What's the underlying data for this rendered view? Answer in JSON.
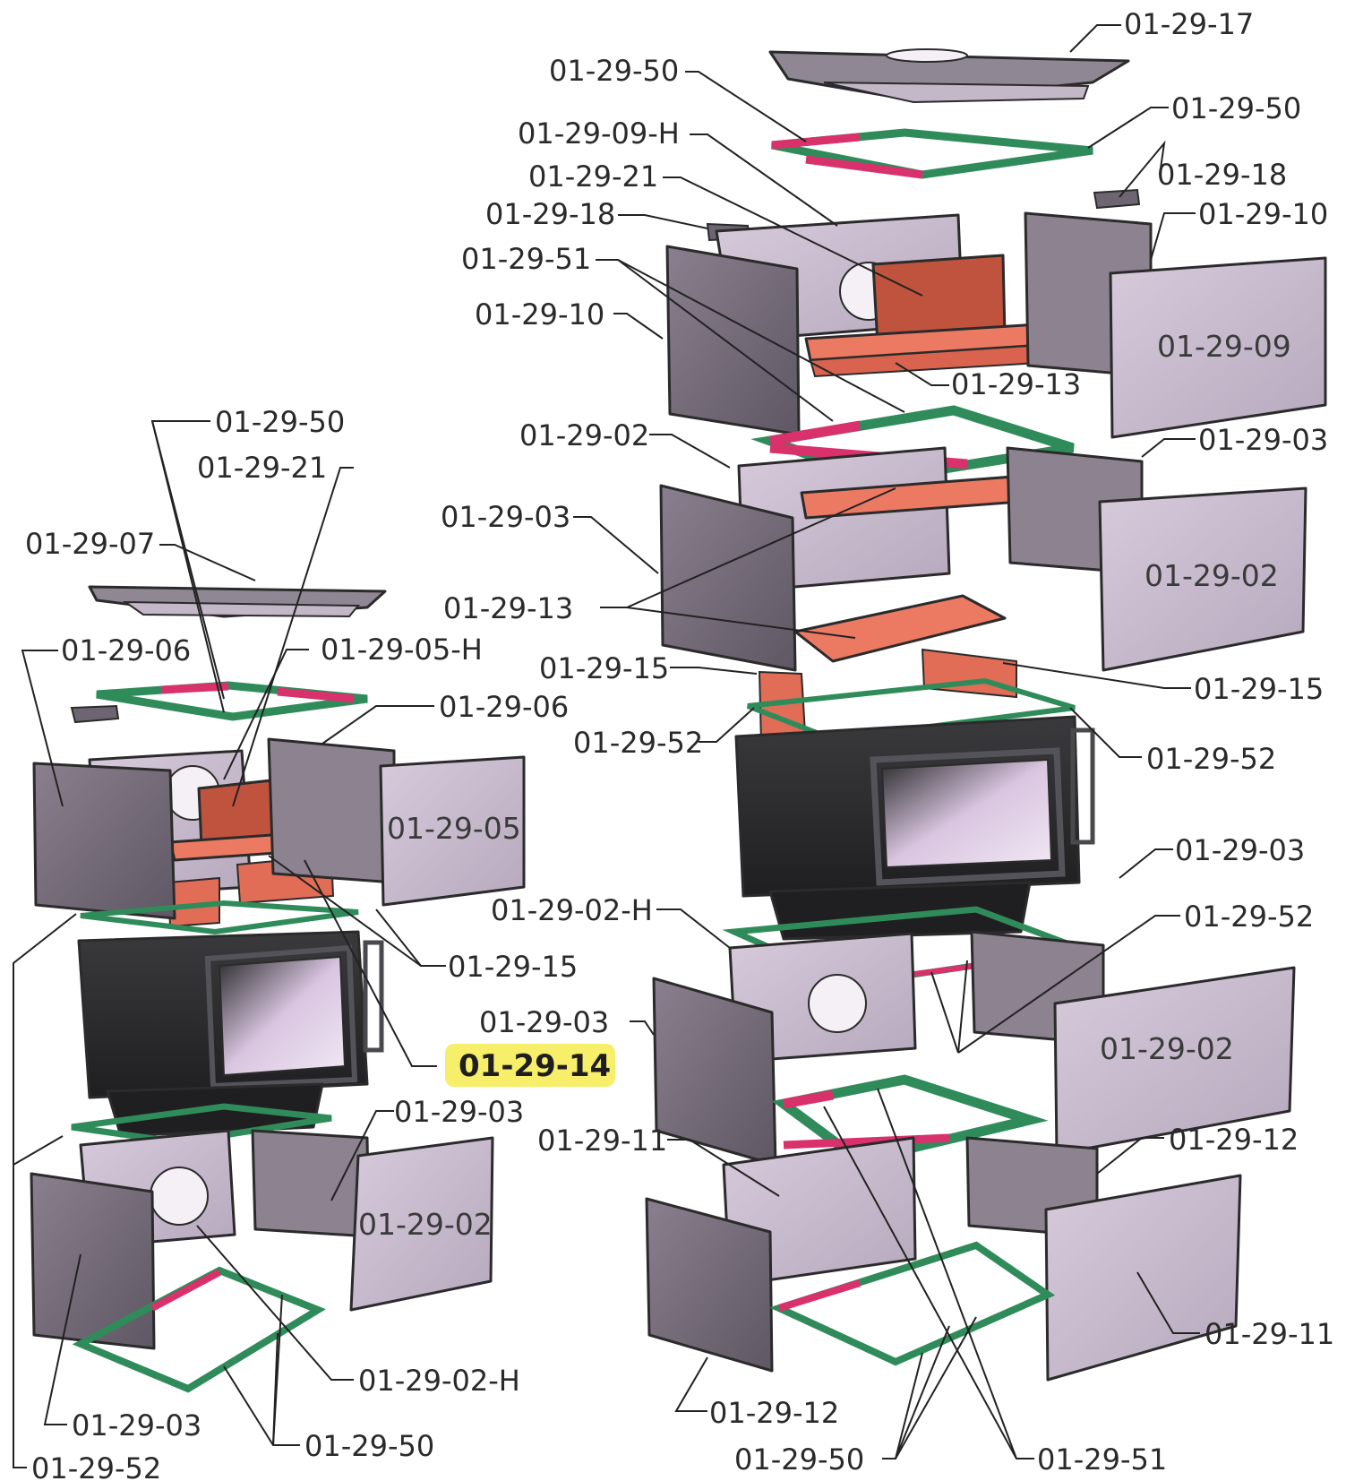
{
  "colors": {
    "panel_light": "#c9bcd0",
    "panel_mid": "#a99cae",
    "panel_dark": "#6e6572",
    "gasket_green": "#2f8b5a",
    "gasket_pink": "#d8316c",
    "baffle_salmon": "#ec7a63",
    "brick_red": "#c0533d",
    "stove_black": "#2b2b2d",
    "highlight": "#f7ee6a"
  },
  "left_assembly": {
    "labels": {
      "gasket_top": "01-29-50",
      "brick_top": "01-29-21",
      "top_plate": "01-29-07",
      "back_left": "01-29-06",
      "back_top": "01-29-05-H",
      "side_right": "01-29-06",
      "side_panel": "01-29-05",
      "baffles": "01-29-15",
      "stove": "01-29-14",
      "lower_side": "01-29-03",
      "lower_panel": "01-29-02",
      "lower_back": "01-29-02-H",
      "lower_front": "01-29-03",
      "gasket_bottom": "01-29-50",
      "gasket_base": "01-29-52"
    }
  },
  "right_assembly": {
    "labels": {
      "top_cap": "01-29-17",
      "gasket_a": "01-29-50",
      "gasket_b": "01-29-50",
      "back_top": "01-29-09-H",
      "brick": "01-29-21",
      "clip_right": "01-29-18",
      "clip_left": "01-29-18",
      "side_upper": "01-29-10",
      "gasket_mid": "01-29-51",
      "front_upper": "01-29-10",
      "side_panel_upper": "01-29-09",
      "baffle_upper": "01-29-13",
      "back_mid": "01-29-02",
      "side_mid": "01-29-03",
      "front_mid": "01-29-03",
      "side_panel_mid": "01-29-02",
      "baffle_mid": "01-29-13",
      "baffle_left": "01-29-15",
      "baffle_right": "01-29-15",
      "gasket_stove_left": "01-29-52",
      "gasket_stove_right": "01-29-52",
      "stove_side": "01-29-03",
      "back_lower": "01-29-02-H",
      "gasket_lower": "01-29-52",
      "front_lower": "01-29-03",
      "side_panel_lower": "01-29-02",
      "back_base": "01-29-11",
      "side_base": "01-29-12",
      "front_base": "01-29-12",
      "side_panel_base": "01-29-11",
      "gasket_base": "01-29-50",
      "gasket_base2": "01-29-51"
    }
  }
}
